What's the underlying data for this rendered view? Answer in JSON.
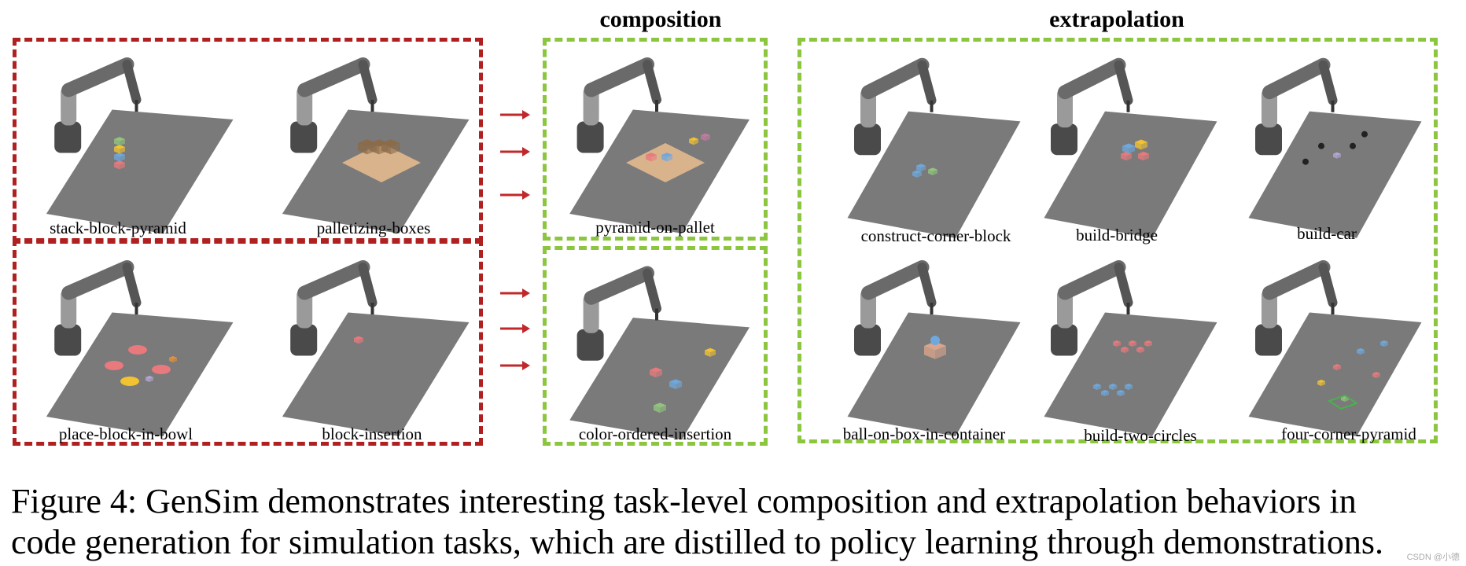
{
  "sections": {
    "composition_title": "composition",
    "extrapolation_title": "extrapolation"
  },
  "panels": [
    {
      "label": "stack-block-pyramid",
      "variant": "stack"
    },
    {
      "label": "palletizing-boxes",
      "variant": "pallet-boxes"
    },
    {
      "label": "place-block-in-bowl",
      "variant": "bowls"
    },
    {
      "label": "block-insertion",
      "variant": "insertion"
    },
    {
      "label": "pyramid-on-pallet",
      "variant": "pallet-pyramid"
    },
    {
      "label": "color-ordered-insertion",
      "variant": "color-insert"
    },
    {
      "label": "construct-corner-block",
      "variant": "corner"
    },
    {
      "label": "build-bridge",
      "variant": "bridge"
    },
    {
      "label": "build-car",
      "variant": "car"
    },
    {
      "label": "ball-on-box-in-container",
      "variant": "ball-box"
    },
    {
      "label": "build-two-circles",
      "variant": "circles"
    },
    {
      "label": "four-corner-pyramid",
      "variant": "four-corner"
    }
  ],
  "caption": {
    "line1": "Figure 4: GenSim demonstrates interesting task-level composition and extrapolation behaviors in",
    "line2": "code generation for simulation tasks, which are distilled to policy learning through demonstrations."
  },
  "watermark": "CSDN @小德",
  "colors": {
    "red_border": "#b02020",
    "green_border": "#8cc63f",
    "arrow": "#c0282a",
    "table": "#7a7a7a"
  }
}
